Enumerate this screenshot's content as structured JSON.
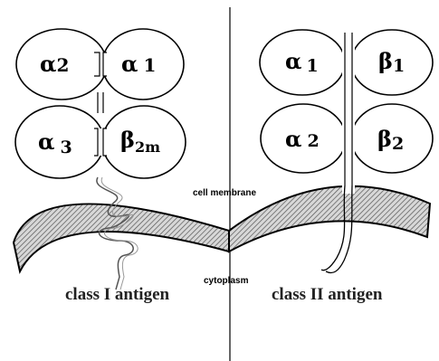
{
  "class1": {
    "domain_a2": {
      "letter": "α",
      "sub": "2"
    },
    "domain_a1": {
      "letter": "α",
      "sub": "1"
    },
    "domain_a3": {
      "letter": "α",
      "sub": "3"
    },
    "domain_b2m": {
      "letter": "β",
      "sub": "2m"
    },
    "label": "class I antigen"
  },
  "class2": {
    "domain_a1": {
      "letter": "α",
      "sub": "1"
    },
    "domain_b1": {
      "letter": "β",
      "sub": "1"
    },
    "domain_a2": {
      "letter": "α",
      "sub": "2"
    },
    "domain_b2": {
      "letter": "β",
      "sub": "2"
    },
    "label": "class II antigen"
  },
  "labels": {
    "membrane": "cell membrane",
    "cytoplasm": "cytoplasm"
  }
}
